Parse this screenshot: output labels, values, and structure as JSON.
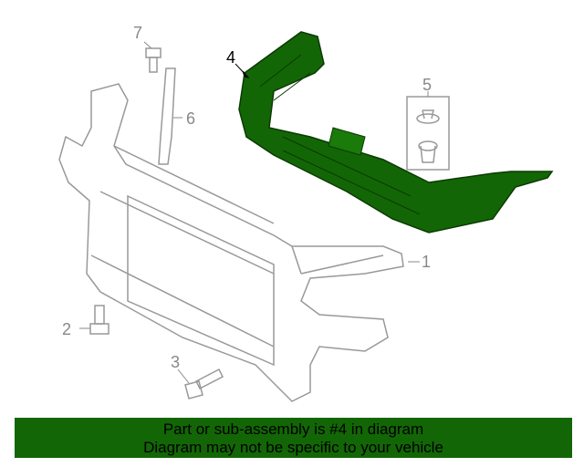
{
  "diagram": {
    "callouts": [
      "1",
      "2",
      "3",
      "4",
      "5",
      "6",
      "7"
    ],
    "highlighted_part": "4",
    "highlight_color": "#136606"
  },
  "banner": {
    "line1": "Part or sub-assembly is #4 in diagram",
    "line2": "Diagram may not be specific to your vehicle",
    "background": "#136606"
  }
}
